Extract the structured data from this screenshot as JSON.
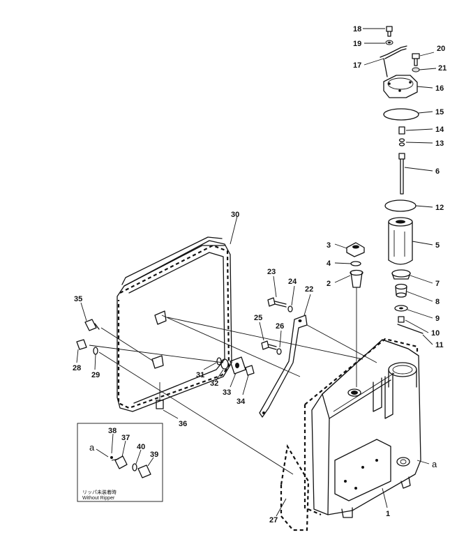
{
  "callouts": [
    "1",
    "2",
    "3",
    "4",
    "5",
    "6",
    "7",
    "8",
    "9",
    "10",
    "11",
    "12",
    "13",
    "14",
    "15",
    "16",
    "17",
    "18",
    "19",
    "20",
    "21",
    "22",
    "23",
    "24",
    "25",
    "26",
    "27",
    "28",
    "29",
    "30",
    "31",
    "32",
    "33",
    "34",
    "35",
    "36",
    "37",
    "38",
    "39",
    "40"
  ],
  "reference_mark": "a",
  "inset": {
    "caption_jp": "リッパ未装着時",
    "caption_en": "Without  Ripper"
  }
}
